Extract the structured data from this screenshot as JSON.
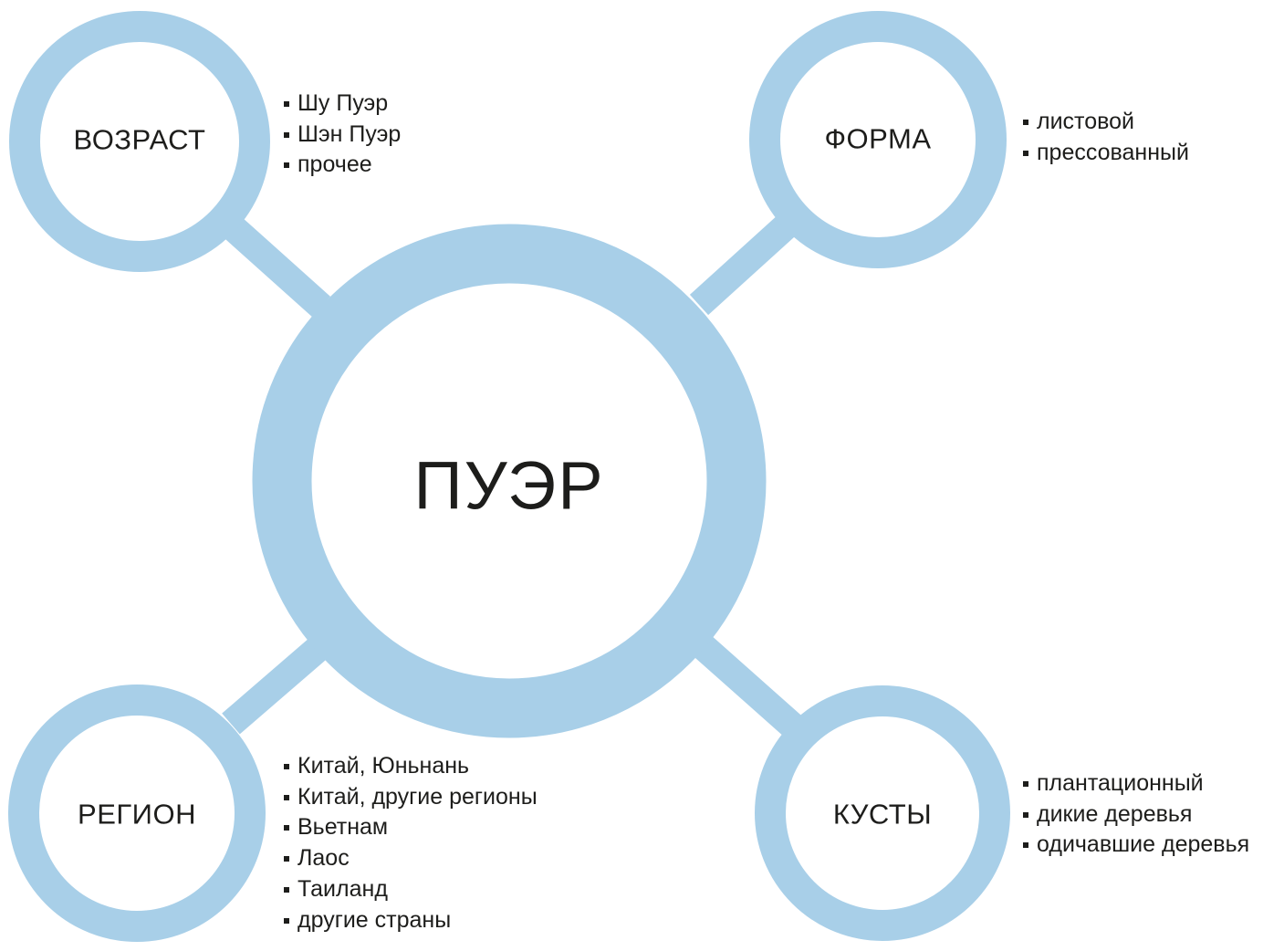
{
  "center": {
    "label": "ПУЭР"
  },
  "nodes": {
    "vozrast": {
      "label": "ВОЗРАСТ",
      "items": [
        "Шу Пуэр",
        "Шэн Пуэр",
        "прочее"
      ]
    },
    "forma": {
      "label": "ФОРМА",
      "items": [
        "листовой",
        "прессованный"
      ]
    },
    "region": {
      "label": "РЕГИОН",
      "items": [
        "Китай, Юньнань",
        "Китай, другие регионы",
        "Вьетнам",
        "Лаос",
        "Таиланд",
        "другие страны"
      ]
    },
    "kusty": {
      "label": "КУСТЫ",
      "items": [
        "плантационный",
        "дикие деревья",
        "одичавшие деревья"
      ]
    }
  },
  "colors": {
    "ring": "#a8cfe8",
    "text": "#1d1d1b",
    "background": "#ffffff"
  }
}
